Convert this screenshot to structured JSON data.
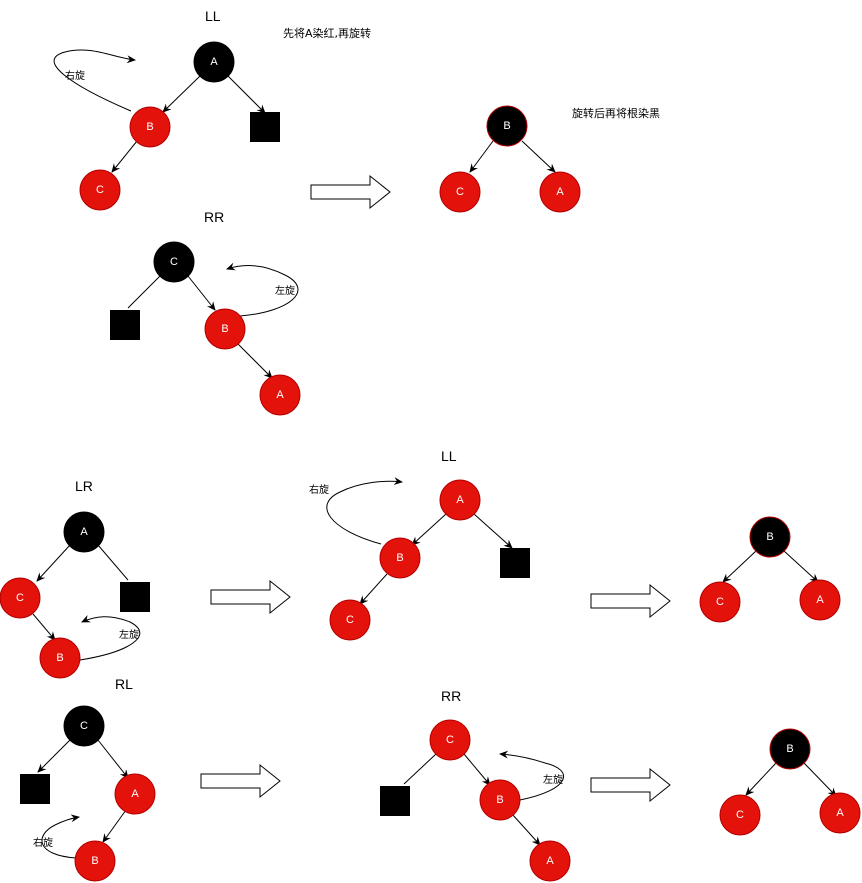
{
  "colors": {
    "red": "#e3120b",
    "black": "#000000",
    "red_stroke": "#b20000"
  },
  "titles": {
    "ll_top": "LL",
    "rr_top": "RR",
    "lr": "LR",
    "ll_mid": "LL",
    "rl": "RL",
    "rr_bottom": "RR"
  },
  "notes": {
    "recolor_rotate": "先将A染红,再旋转",
    "after_rotate": "旋转后再将根染黑"
  },
  "rotations": {
    "right": "右旋",
    "left": "左旋"
  },
  "nodes": {
    "A": "A",
    "B": "B",
    "C": "C"
  }
}
